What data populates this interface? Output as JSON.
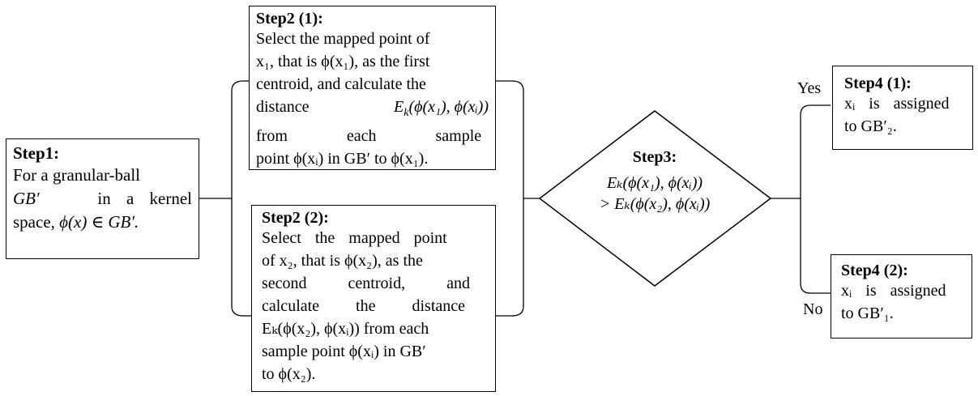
{
  "step1": {
    "title": "Step1:",
    "text_prefix": "For a granular-ball",
    "line2_a": "GB′",
    "line2_b": "in a kernel",
    "line3": "space,",
    "line3_math": "ϕ(x) ∈ GB′."
  },
  "step2_1": {
    "title": "Step2 (1):",
    "l1": "Select the mapped point of",
    "l2": "x₁, that is ϕ(x₁), as the first",
    "l3": "centroid, and calculate the",
    "l4a": "distance",
    "l4b": "E",
    "l4c": "(ϕ(x₁), ϕ(xᵢ))",
    "l5": "from each sample",
    "l6": "point ϕ(xᵢ) in GB′ to ϕ(x₁)."
  },
  "step2_2": {
    "title": "Step2 (2):",
    "l1": "Select the mapped point",
    "l2": "of x₂, that is ϕ(x₂), as the",
    "l3": "second centroid, and",
    "l4": "calculate the distance",
    "l5": "Eₖ(ϕ(x₂), ϕ(xᵢ)) from each",
    "l6": "sample point ϕ(xᵢ) in GB′",
    "l7": "to ϕ(x₂)."
  },
  "step3": {
    "title": "Step3:",
    "l1": "Eₖ(ϕ(x₁), ϕ(xᵢ))",
    "l2": "> Eₖ(ϕ(x₂), ϕ(xᵢ))"
  },
  "step4_1": {
    "title": "Step4 (1):",
    "l1": "xᵢ is assigned",
    "l2": "to GB′₂."
  },
  "step4_2": {
    "title": "Step4 (2):",
    "l1": "xᵢ is assigned",
    "l2": "to GB′₁."
  },
  "labels": {
    "yes": "Yes",
    "no": "No"
  }
}
